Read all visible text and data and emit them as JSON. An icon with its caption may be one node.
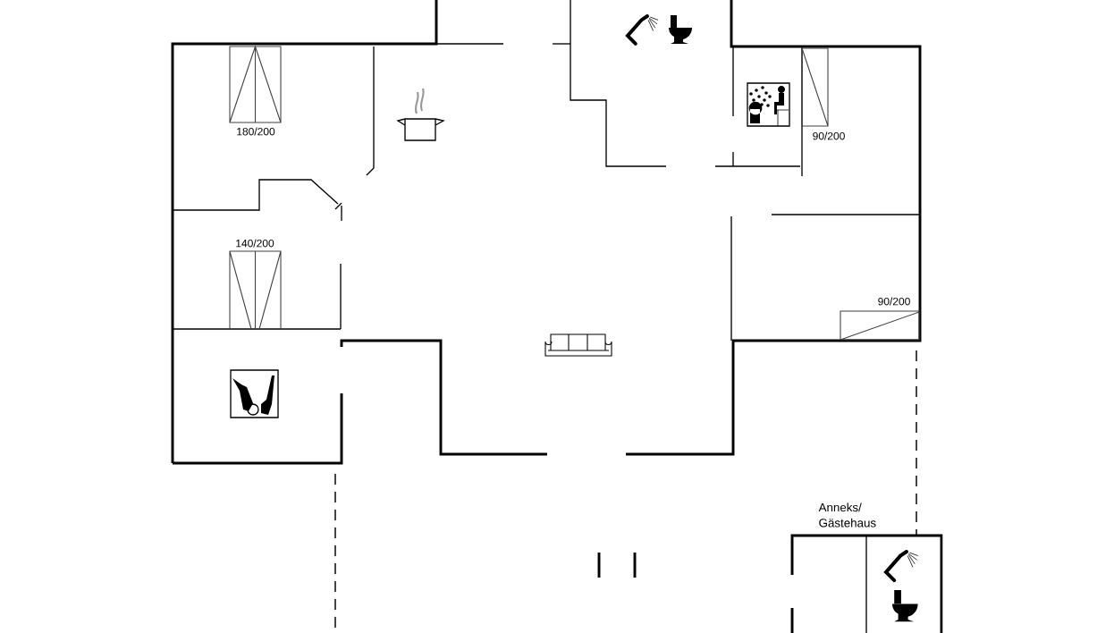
{
  "diagram": {
    "labels": [
      "180/200",
      "140/200",
      "90/200",
      "90/200",
      "Anneks/ Gästehaus"
    ]
  }
}
